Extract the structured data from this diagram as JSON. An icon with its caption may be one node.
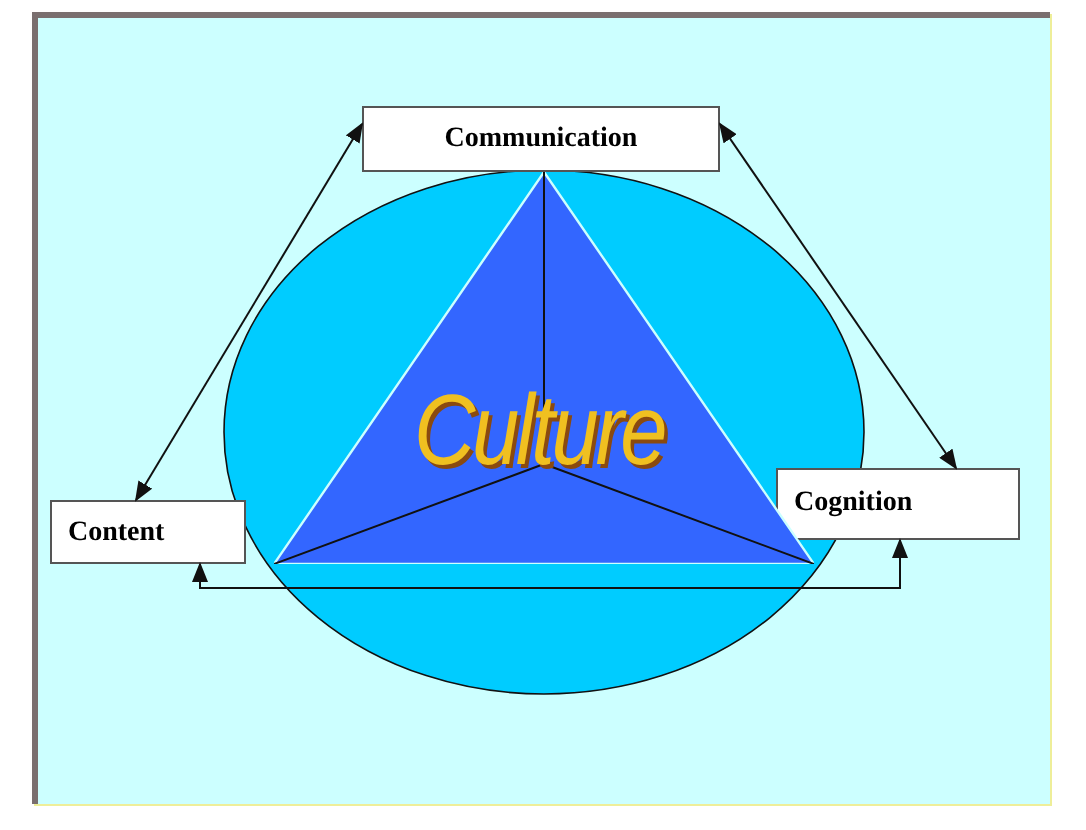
{
  "diagram": {
    "nodes": [
      {
        "text": [
          "Communication"
        ]
      },
      {
        "text": [
          "Content"
        ]
      },
      {
        "text": [
          "Cognition"
        ]
      },
      {
        "text": [
          "Culture"
        ]
      }
    ],
    "edges": [
      {
        "from": 1,
        "to": 0,
        "arrow": "both"
      },
      {
        "from": 0,
        "to": 2,
        "arrow": "both"
      },
      {
        "from": 1,
        "to": 2,
        "arrow": "both"
      }
    ]
  }
}
